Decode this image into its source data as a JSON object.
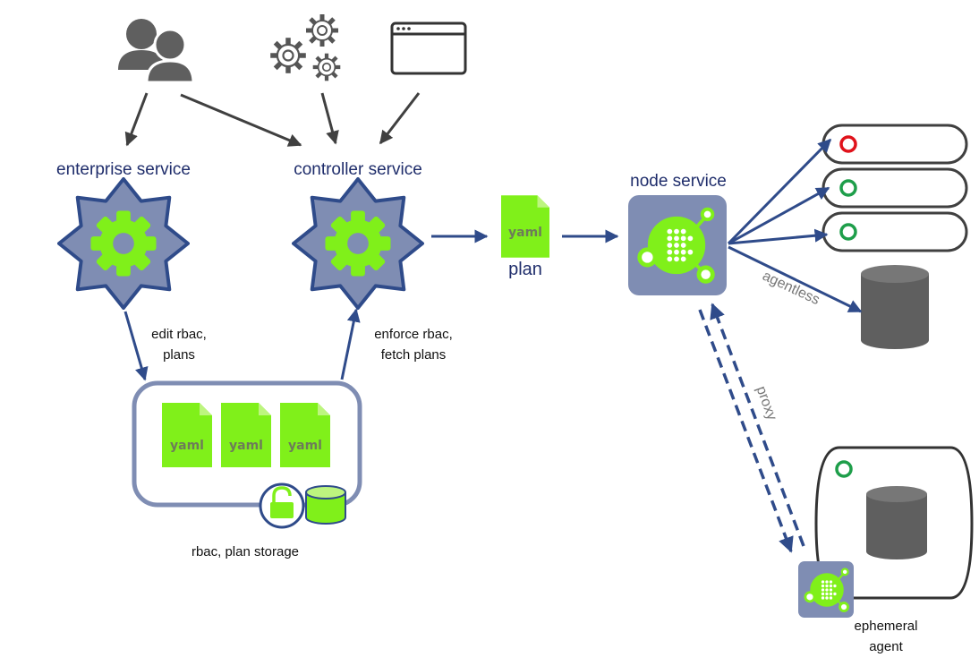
{
  "labels": {
    "enterprise_service": "enterprise service",
    "controller_service": "controller service",
    "node_service": "node service",
    "plan": "plan",
    "edit_rbac_line1": "edit rbac,",
    "edit_rbac_line2": "plans",
    "enforce_rbac_line1": "enforce rbac,",
    "enforce_rbac_line2": "fetch plans",
    "storage": "rbac, plan storage",
    "agentless": "agentless",
    "proxy": "proxy",
    "ephemeral_line1": "ephemeral",
    "ephemeral_line2": "agent"
  },
  "file_label": "yaml",
  "colors": {
    "navy": "#2f4b8a",
    "slate": "#7f8db3",
    "lime": "#80f01a",
    "dark_gray": "#555555",
    "red_status": "#e0121b",
    "green_status": "#1e9e4a"
  },
  "icons": {
    "users": "users-icon",
    "gears": "gears-icon",
    "browser": "browser-window-icon",
    "service": "gear-badge-icon",
    "file": "yaml-file-icon",
    "lock": "lock-icon",
    "database": "database-icon",
    "node": "node-logo-icon"
  },
  "servers": [
    {
      "status": "error"
    },
    {
      "status": "ok"
    },
    {
      "status": "ok"
    }
  ]
}
